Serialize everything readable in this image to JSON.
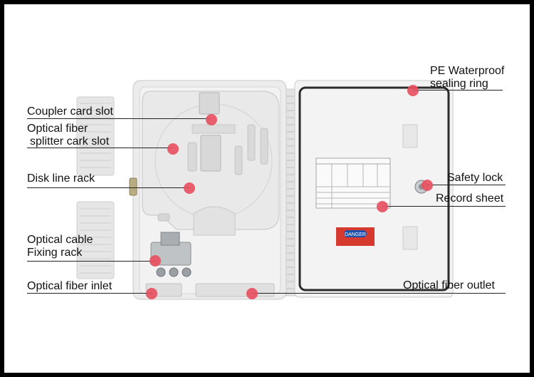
{
  "labels": {
    "coupler": "Coupler card slot",
    "splitter_line1": "Optical fiber",
    "splitter_line2": "splitter cark slot",
    "disk": "Disk line rack",
    "cable_line1": "Optical cable",
    "cable_line2": "Fixing rack",
    "inlet": "Optical fiber inlet",
    "pe_line1": "PE Waterproof",
    "pe_line2": "sealing ring",
    "lock": "Safety lock",
    "record": "Record sheet",
    "outlet": "Optical fiber outlet"
  },
  "sticker": {
    "text": "DANGER"
  },
  "colors": {
    "marker": "#e84f5e",
    "box": "#ececec",
    "gasket": "#2b2b2b"
  }
}
